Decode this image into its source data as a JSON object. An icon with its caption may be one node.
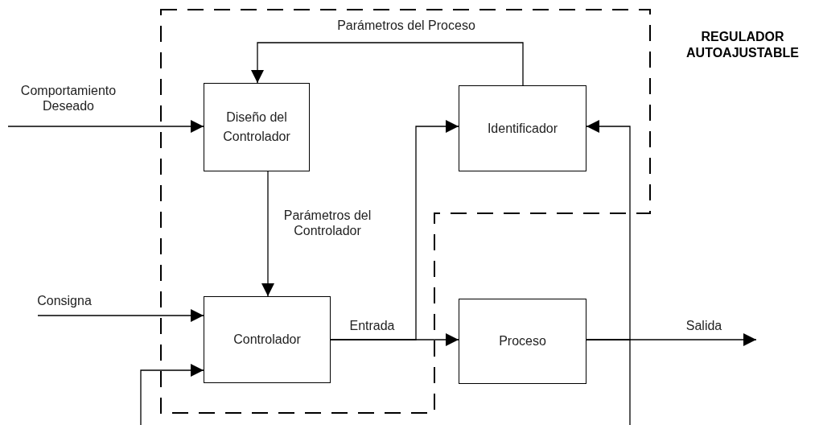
{
  "diagram": {
    "nodes": [
      {
        "text": [
          "Diseño del Controlador"
        ]
      },
      {
        "text": [
          "Identificador"
        ]
      },
      {
        "text": [
          "Controlador"
        ]
      },
      {
        "text": [
          "Proceso"
        ]
      }
    ],
    "edges": [
      {
        "from": null,
        "to": 0,
        "arrow": "to",
        "label": "Comportamiento Deseado"
      },
      {
        "from": 1,
        "to": 0,
        "arrow": "to",
        "label": "Parámetros del Proceso"
      },
      {
        "from": 0,
        "to": 2,
        "arrow": "to",
        "label": "Parámetros del Controlador"
      },
      {
        "from": null,
        "to": 2,
        "arrow": "to",
        "label": "Consigna"
      },
      {
        "from": 2,
        "to": 3,
        "arrow": "to",
        "label": "Entrada"
      },
      {
        "from": 2,
        "to": 1,
        "arrow": "to"
      },
      {
        "from": 3,
        "to": null,
        "arrow": "to",
        "label": "Salida"
      },
      {
        "from": 3,
        "to": 1,
        "arrow": "to"
      },
      {
        "from": 3,
        "to": 2,
        "arrow": "to"
      }
    ],
    "labels": [
      "REGULADOR AUTOAJUSTABLE"
    ]
  }
}
